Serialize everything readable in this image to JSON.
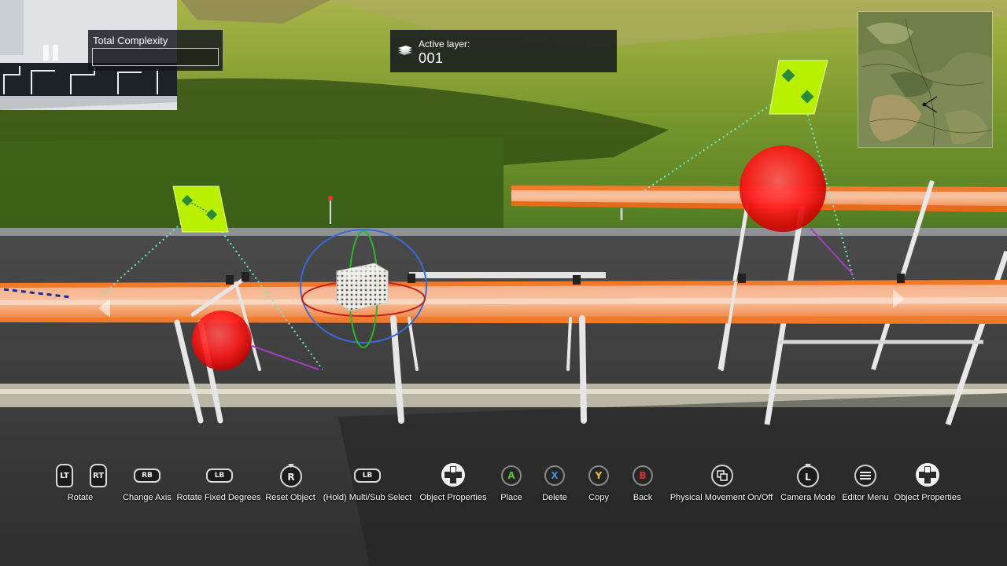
{
  "hud": {
    "complexity_title": "Total Complexity",
    "complexity_level": 0.0,
    "layer_label": "Active layer:",
    "layer_value": "001"
  },
  "icons": [
    "pause-icon",
    "layers-icon",
    "minimap-player-icon"
  ],
  "controls": [
    {
      "name": "rotate",
      "buttons": [
        "LT",
        "RT"
      ],
      "label": "Rotate"
    },
    {
      "name": "change-axis",
      "buttons": [
        "RB"
      ],
      "label": "Change Axis"
    },
    {
      "name": "rotate-fixed-degrees",
      "buttons": [
        "LB"
      ],
      "label": "Rotate Fixed Degrees"
    },
    {
      "name": "reset-object",
      "buttons": [
        "R"
      ],
      "label": "Reset Object"
    },
    {
      "name": "multi-sub-select",
      "buttons": [
        "LB"
      ],
      "label": "(Hold) Multi/Sub Select"
    },
    {
      "name": "object-properties-left",
      "buttons": [
        "dpad"
      ],
      "label": "Object Properties"
    },
    {
      "name": "place",
      "buttons": [
        "A"
      ],
      "label": "Place"
    },
    {
      "name": "delete",
      "buttons": [
        "X"
      ],
      "label": "Delete"
    },
    {
      "name": "copy",
      "buttons": [
        "Y"
      ],
      "label": "Copy"
    },
    {
      "name": "back",
      "buttons": [
        "B"
      ],
      "label": "Back"
    },
    {
      "name": "physical-movement",
      "buttons": [
        "view"
      ],
      "label": "Physical Movement On/Off"
    },
    {
      "name": "camera-mode",
      "buttons": [
        "L"
      ],
      "label": "Camera Mode"
    },
    {
      "name": "editor-menu",
      "buttons": [
        "menu"
      ],
      "label": "Editor Menu"
    },
    {
      "name": "object-properties-right",
      "buttons": [
        "dpad"
      ],
      "label": "Object Properties"
    }
  ],
  "colors": {
    "face_a": "#5fbf3b",
    "face_x": "#3a8ee6",
    "face_y": "#e6c43a",
    "face_b": "#d8332b",
    "track_orange": "#f07a2a",
    "track_light": "#f6b38a",
    "marker_green": "#b8f000",
    "sphere_red": "#ff1f1f"
  }
}
